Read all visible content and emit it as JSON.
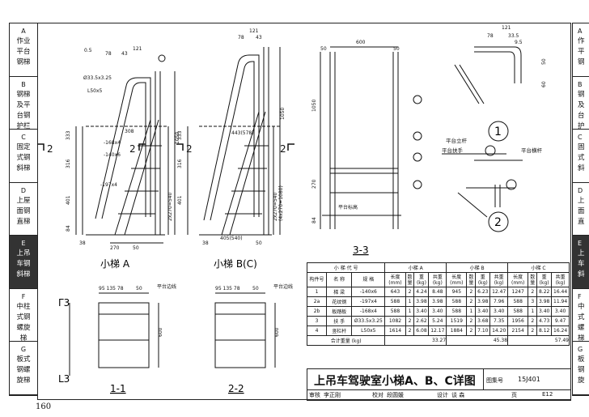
{
  "left_tabs": [
    {
      "letter": "A",
      "label": "作业\n平台\n钢梯"
    },
    {
      "letter": "B",
      "label": "钢梯\n及平\n台钢\n护栏"
    },
    {
      "letter": "C",
      "label": "固定\n式钢\n斜梯"
    },
    {
      "letter": "D",
      "label": "上屋\n面钢\n直梯"
    },
    {
      "letter": "E",
      "label": "上吊\n车钢\n斜梯",
      "active": true
    },
    {
      "letter": "F",
      "label": "中柱\n式钢\n螺旋\n梯"
    },
    {
      "letter": "G",
      "label": "板式\n钢螺\n旋梯"
    }
  ],
  "right_tabs": [
    {
      "letter": "A",
      "label": "作\n平\n钢"
    },
    {
      "letter": "B",
      "label": "钢\n及\n台\n护"
    },
    {
      "letter": "C",
      "label": "固\n式\n斜"
    },
    {
      "letter": "D",
      "label": "上\n面\n直"
    },
    {
      "letter": "E",
      "label": "上\n车\n斜",
      "active": true
    },
    {
      "letter": "F",
      "label": "中\n式\n螺\n梯"
    },
    {
      "letter": "G",
      "label": "板\n钢\n旋"
    }
  ],
  "page_number": "160",
  "drawing_labels": {
    "ladder_a": "小梯 A",
    "ladder_bc": "小梯 B(C)",
    "sec_33": "3-3",
    "sec_11": "1-1",
    "sec_22": "2-2",
    "detail_1": "1",
    "detail_2": "2",
    "platform_edge": "平台边线",
    "platform_elev": "平台标高",
    "platform_post": "平台立杆",
    "platform_handrail": "平台扶手",
    "platform_rail": "平台横杆",
    "pipe_spec": "Ø33.5x3.25",
    "angle_spec": "L50x5",
    "flat_168": "-168x4",
    "flat_140": "-140x6",
    "flat_197": "-197x4"
  },
  "table": {
    "header_title": "小 梯 代 号",
    "groups": [
      "小梯 A",
      "小梯 B",
      "小梯 C"
    ],
    "col_heads": [
      "构件号",
      "名  称",
      "规  格",
      "长度\n(mm)",
      "数\n量",
      "重\n(kg)",
      "共重\n(kg)"
    ],
    "rows": [
      {
        "no": "1",
        "name": "梯  梁",
        "spec": "-140x6",
        "a": [
          "643",
          "2",
          "4.24",
          "8.48"
        ],
        "b": [
          "945",
          "2",
          "6.23",
          "12.47"
        ],
        "c": [
          "1247",
          "2",
          "8.22",
          "16.44"
        ]
      },
      {
        "no": "2a",
        "name": "花纹钢",
        "spec": "-197x4",
        "a": [
          "588",
          "1",
          "3.98",
          "3.98"
        ],
        "b": [
          "588",
          "2",
          "3.98",
          "7.96"
        ],
        "c": [
          "588",
          "3",
          "3.98",
          "11.94"
        ]
      },
      {
        "no": "2b",
        "name": "板踏板",
        "spec": "-168x4",
        "a": [
          "588",
          "1",
          "3.40",
          "3.40"
        ],
        "b": [
          "588",
          "1",
          "3.40",
          "3.40"
        ],
        "c": [
          "588",
          "1",
          "3.40",
          "3.40"
        ]
      },
      {
        "no": "3",
        "name": "扶  手",
        "spec": "Ø33.5x3.25",
        "a": [
          "1082",
          "2",
          "2.62",
          "5.24"
        ],
        "b": [
          "1519",
          "2",
          "3.68",
          "7.35"
        ],
        "c": [
          "1956",
          "2",
          "4.73",
          "9.47"
        ]
      },
      {
        "no": "4",
        "name": "竖栏杆",
        "spec": "L50x5",
        "a": [
          "1614",
          "2",
          "6.08",
          "12.17"
        ],
        "b": [
          "1884",
          "2",
          "7.10",
          "14.20"
        ],
        "c": [
          "2154",
          "2",
          "8.12",
          "16.24"
        ]
      }
    ],
    "total_label": "合计重量 (kg)",
    "totals": [
      "33.27",
      "45.38",
      "57.49"
    ]
  },
  "title_block": {
    "title": "上吊车驾驶室小梯A、B、C详图",
    "atlas_label": "图集号",
    "atlas_no": "15J401",
    "page_label": "页",
    "page_no": "E12",
    "review_label": "审核",
    "reviewer": "李正刚",
    "check_label": "校对",
    "checker": "段圆媛",
    "design_label": "设计",
    "designer": "谈  森"
  }
}
